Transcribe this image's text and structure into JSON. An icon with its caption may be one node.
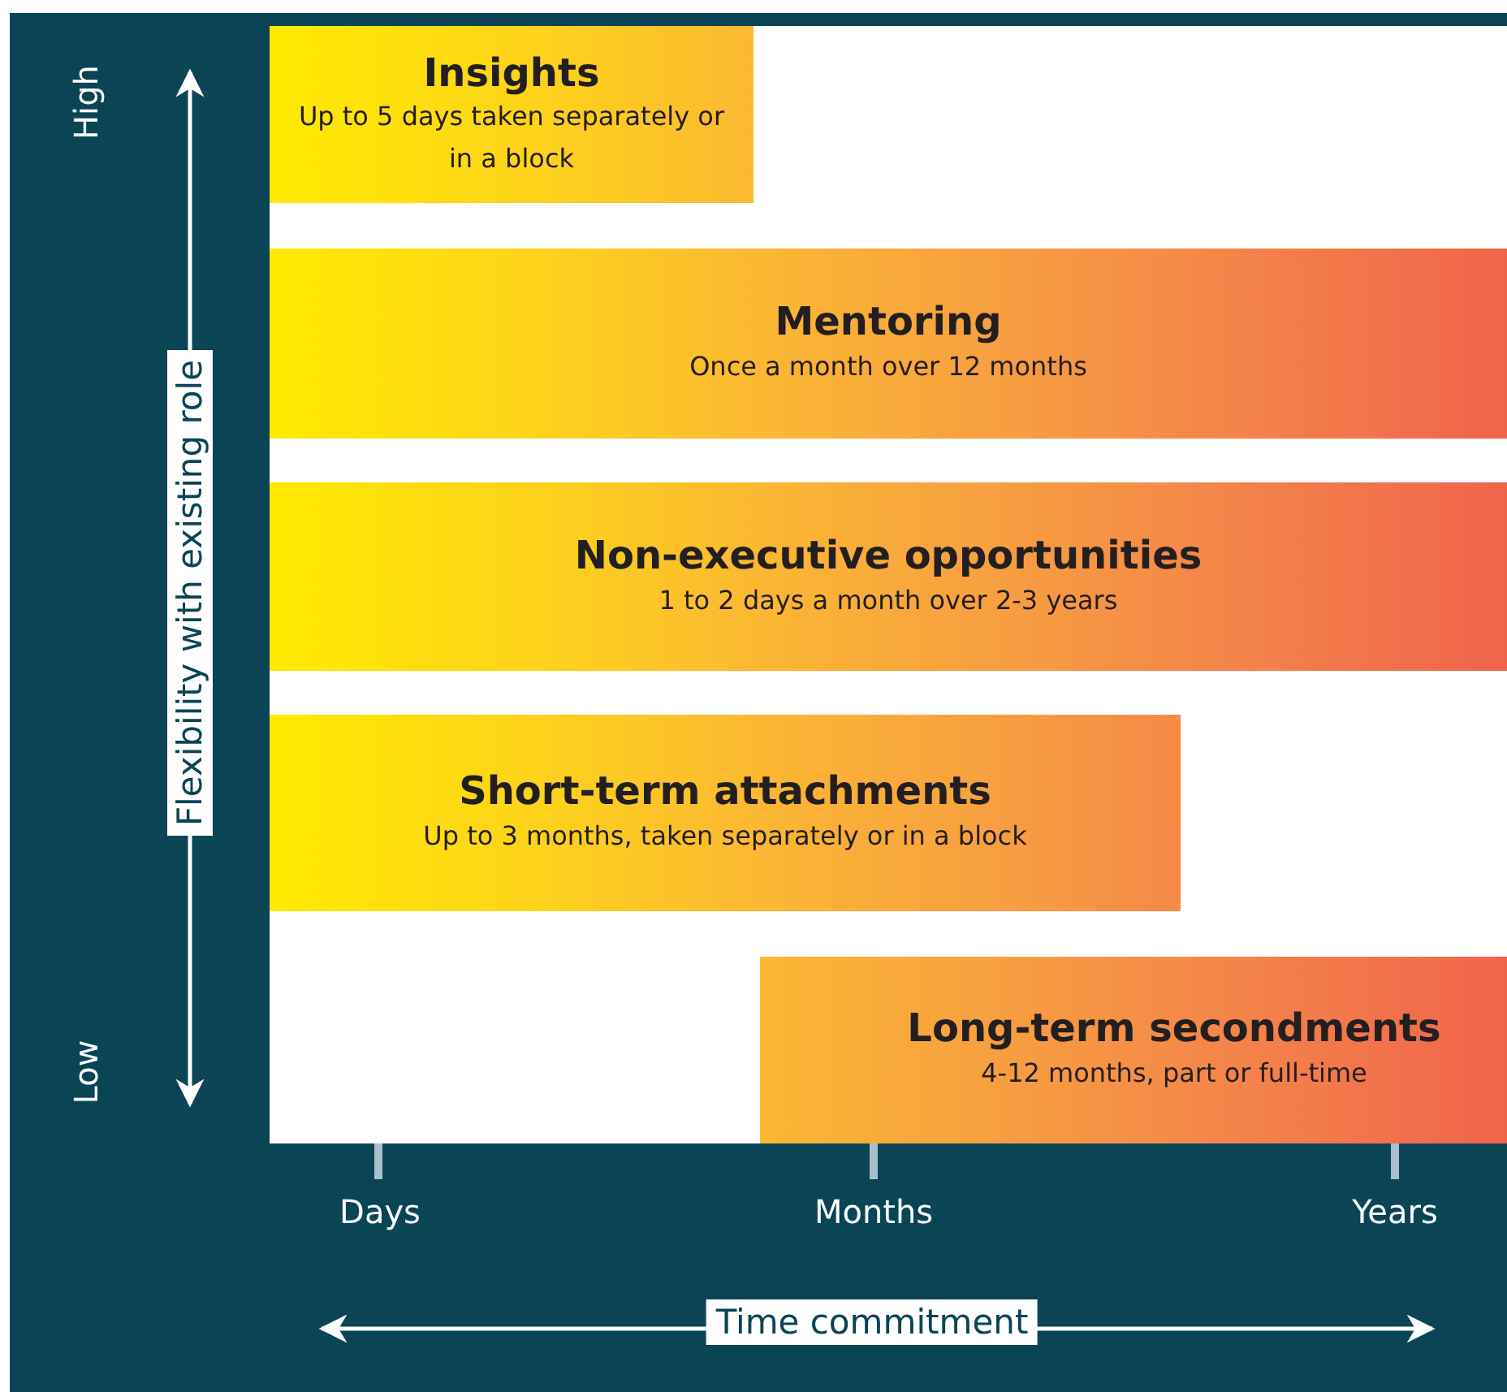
{
  "diagram": {
    "nodes": [
      {
        "text": [
          "Insights",
          "Up to 5 days taken separately or in a block"
        ]
      },
      {
        "text": [
          "Mentoring",
          "Once a month over 12 months"
        ]
      },
      {
        "text": [
          "Non-executive opportunities",
          "1 to 2 days a month over 2-3 years"
        ]
      },
      {
        "text": [
          "Short-term attachments",
          "Up to 3 months, taken separately or in a block"
        ]
      },
      {
        "text": [
          "Long-term secondments",
          "4-12 months, part or full-time"
        ]
      }
    ],
    "labels": [
      "High",
      "Flexibility with existing role",
      "Low",
      "Days",
      "Months",
      "Years",
      "Time commitment"
    ]
  }
}
